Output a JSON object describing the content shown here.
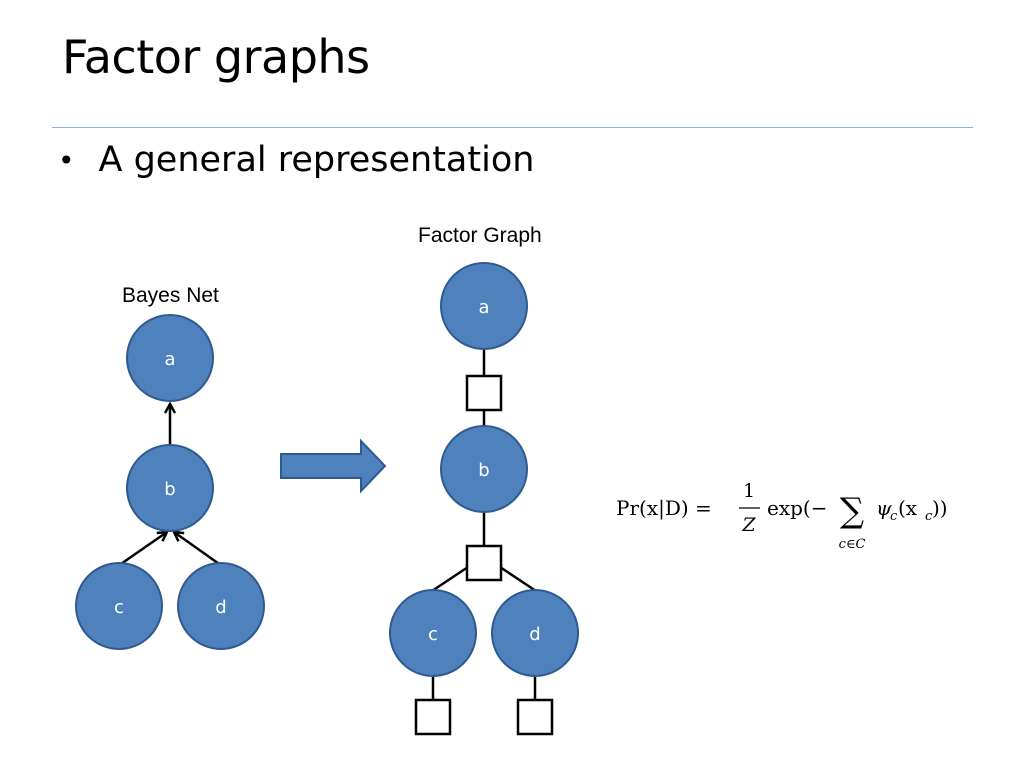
{
  "slide": {
    "title": "Factor graphs",
    "bullet": "A general representation"
  },
  "bayes_net": {
    "caption": "Bayes Net",
    "nodes": {
      "a": "a",
      "b": "b",
      "c": "c",
      "d": "d"
    }
  },
  "factor_graph": {
    "caption": "Factor Graph",
    "nodes": {
      "a": "a",
      "b": "b",
      "c": "c",
      "d": "d"
    }
  },
  "equation": {
    "lhs": "Pr(x|D) =",
    "frac_num": "1",
    "frac_den": "Z",
    "exp": "exp(−",
    "sum": "∑",
    "sum_sub": "c∈C",
    "psi": "ψ",
    "psi_sub": "c",
    "arg": "(x",
    "arg_sub": "c",
    "close": "))"
  },
  "colors": {
    "node_fill": "#4f81bd",
    "node_stroke": "#2f5a8f",
    "arrow_fill": "#4f81bd",
    "title_rule": "#8eaed3"
  }
}
